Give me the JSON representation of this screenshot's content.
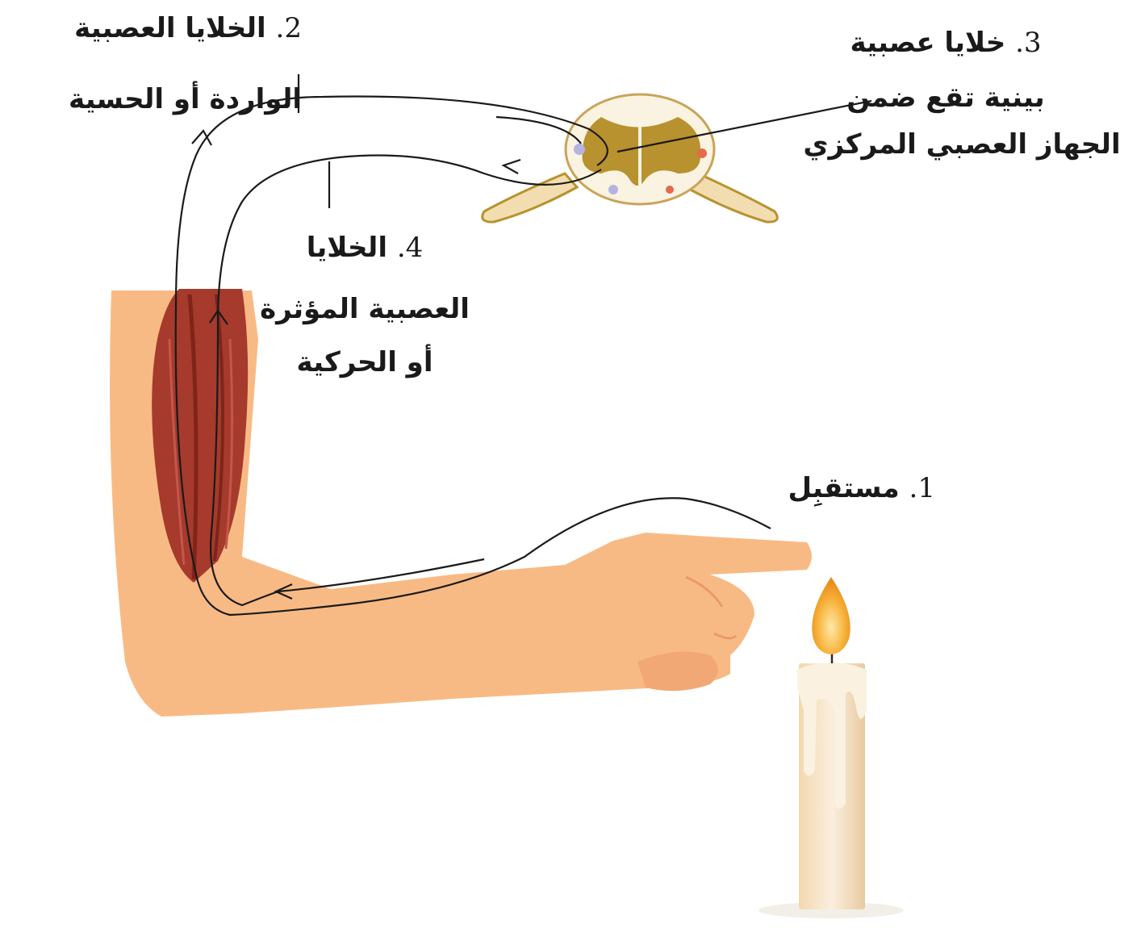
{
  "diagram": {
    "labels": {
      "receptor": {
        "number": "1.",
        "text": "مستقبِل"
      },
      "sensory": {
        "number": "2.",
        "line1": "الخلايا العصبية",
        "line2": "الواردة أو الحسية"
      },
      "interneuron": {
        "number": "3.",
        "line1": "خلايا عصبية",
        "line2": "بينية تقع ضمن",
        "line3": "الجهاز العصبي المركزي"
      },
      "motor": {
        "number": "4.",
        "line1": "الخلايا",
        "line2": "العصبية المؤثرة",
        "line3": "أو الحركية"
      }
    },
    "colors": {
      "skin": "#f8ba84",
      "muscle": "#a63a2c",
      "candle": "#f5e3c2",
      "flame": "#f49a1e",
      "spinal_gray": "#b8922e",
      "line": "#1a1a1a"
    }
  }
}
